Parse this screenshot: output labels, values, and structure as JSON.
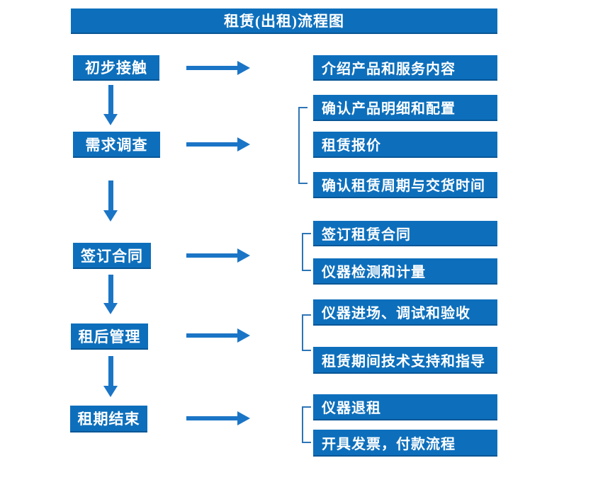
{
  "title": "租赁(出租)流程图",
  "colors": {
    "box_blue": "#0d6fbc",
    "arrow_blue": "#1b75c6",
    "bracket_blue": "#2e75b6",
    "text_white": "#ffffff"
  },
  "flow": {
    "steps": [
      {
        "label": "初步接触",
        "outputs": [
          "介绍产品和服务内容"
        ]
      },
      {
        "label": "需求调查",
        "outputs": [
          "确认产品明细和配置",
          "租赁报价",
          "确认租赁周期与交货时间"
        ]
      },
      {
        "label": "签订合同",
        "outputs": [
          "签订租赁合同",
          "仪器检测和计量"
        ]
      },
      {
        "label": "租后管理",
        "outputs": [
          "仪器进场、调试和验收",
          "租赁期间技术支持和指导"
        ]
      },
      {
        "label": "租期结束",
        "outputs": [
          "仪器退租",
          "开具发票，付款流程"
        ]
      }
    ]
  }
}
